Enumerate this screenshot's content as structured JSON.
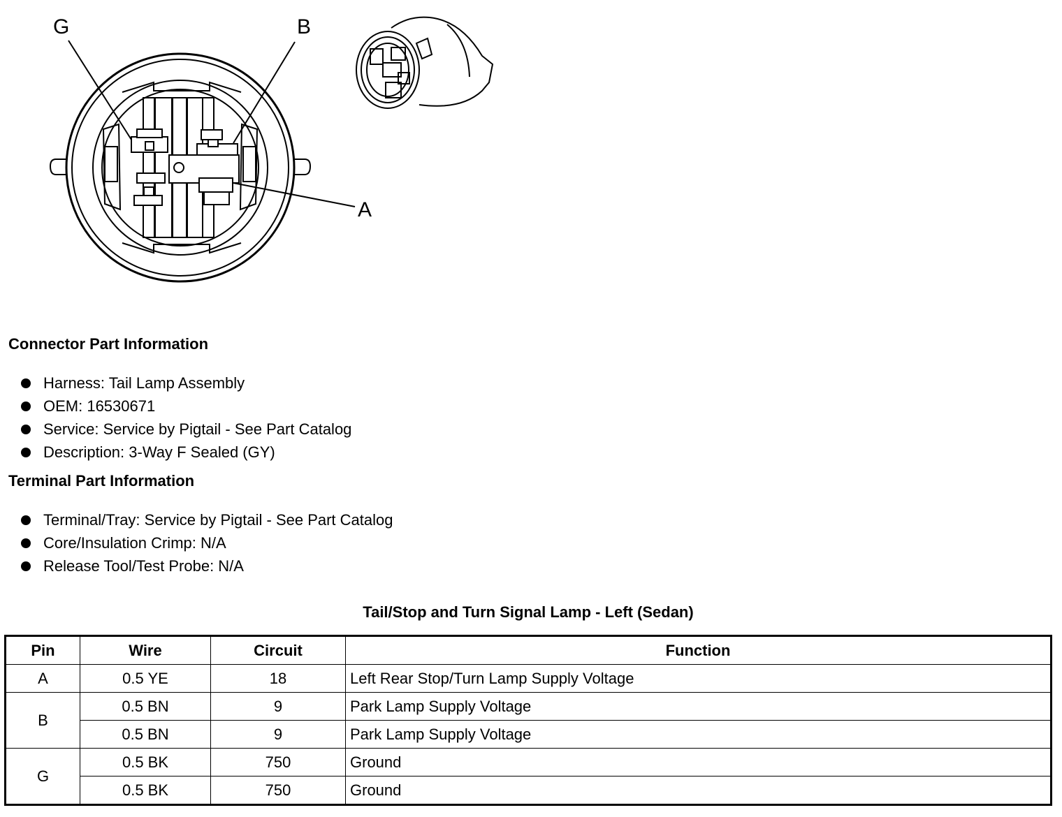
{
  "diagram": {
    "callouts": {
      "g": "G",
      "b": "B",
      "a": "A"
    }
  },
  "connector": {
    "heading": "Connector Part Information",
    "items": [
      "Harness: Tail Lamp Assembly",
      "OEM: 16530671",
      "Service: Service by Pigtail - See Part Catalog",
      "Description: 3-Way F Sealed (GY)"
    ]
  },
  "terminal": {
    "heading": "Terminal Part Information",
    "items": [
      "Terminal/Tray: Service by Pigtail - See Part Catalog",
      "Core/Insulation Crimp: N/A",
      "Release Tool/Test Probe: N/A"
    ]
  },
  "table": {
    "title": "Tail/Stop and Turn Signal Lamp - Left (Sedan)",
    "headers": [
      "Pin",
      "Wire",
      "Circuit",
      "Function"
    ],
    "rows": [
      {
        "pin": "A",
        "wire": "0.5 YE",
        "circuit": "18",
        "function": "Left Rear Stop/Turn Lamp Supply Voltage"
      },
      {
        "pin": "B",
        "wire": "0.5 BN",
        "circuit": "9",
        "function": "Park Lamp Supply Voltage"
      },
      {
        "pin": "",
        "wire": "0.5 BN",
        "circuit": "9",
        "function": "Park Lamp Supply Voltage"
      },
      {
        "pin": "G",
        "wire": "0.5 BK",
        "circuit": "750",
        "function": "Ground"
      },
      {
        "pin": "",
        "wire": "0.5 BK",
        "circuit": "750",
        "function": "Ground"
      }
    ]
  }
}
